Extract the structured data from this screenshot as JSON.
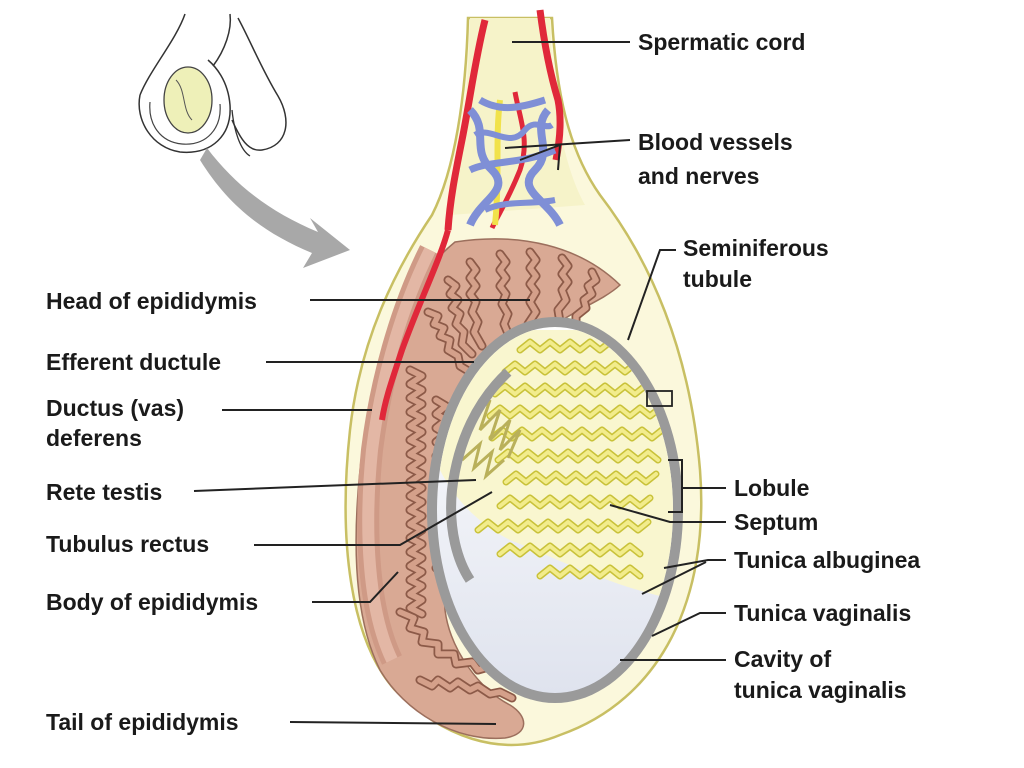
{
  "labels": {
    "spermatic_cord": "Spermatic cord",
    "blood_vessels_1": "Blood vessels",
    "blood_vessels_2": "and nerves",
    "seminiferous_1": "Seminiferous",
    "seminiferous_2": "tubule",
    "head_epididymis": "Head of epididymis",
    "efferent_ductule": "Efferent ductule",
    "ductus_1": "Ductus (vas)",
    "ductus_2": "deferens",
    "rete_testis": "Rete testis",
    "tubulus_rectus": "Tubulus rectus",
    "body_epididymis": "Body of epididymis",
    "tail_epididymis": "Tail of epididymis",
    "lobule": "Lobule",
    "septum": "Septum",
    "tunica_albuginea": "Tunica albuginea",
    "tunica_vaginalis": "Tunica vaginalis",
    "cavity_1": "Cavity of",
    "cavity_2": "tunica vaginalis"
  },
  "colors": {
    "cord": "#f6f3c9",
    "epididymis": "#d9a994",
    "tubule": "#ece676",
    "albuginea": "#9a9a9a",
    "artery": "#e0283a",
    "vein": "#7f8fd6",
    "nerve": "#f1e24a",
    "arrow": "#a6a6a6"
  }
}
